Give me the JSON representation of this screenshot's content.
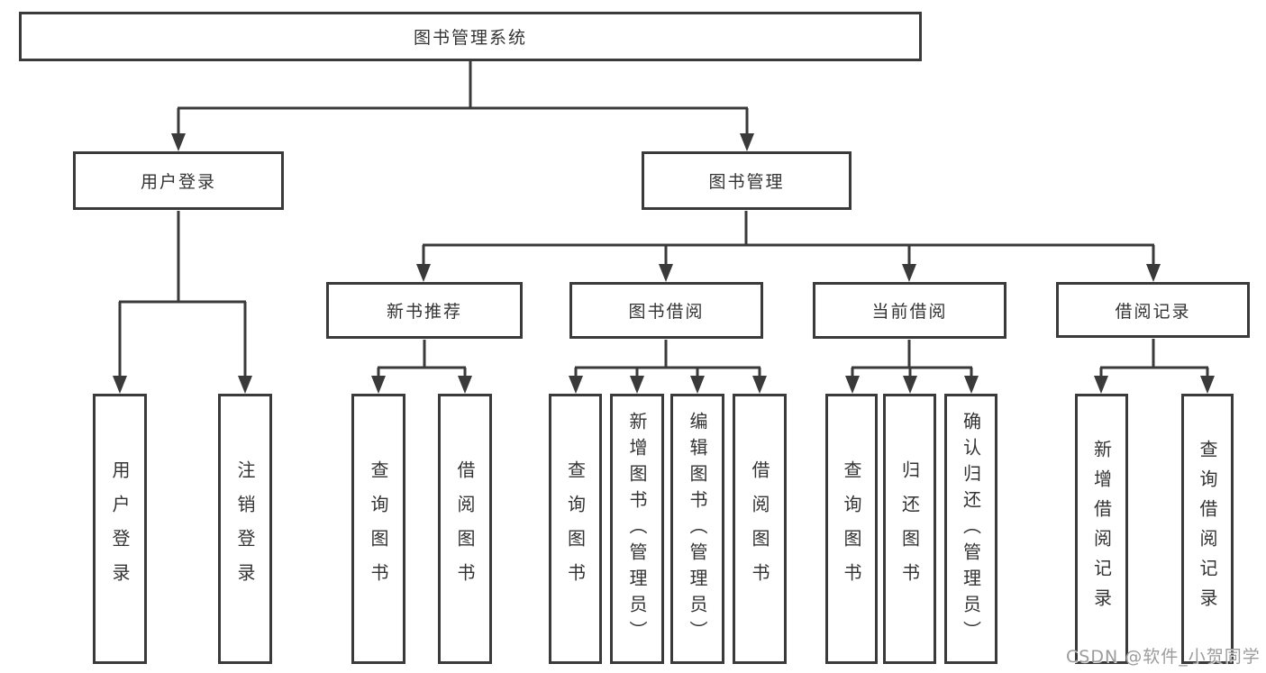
{
  "colors": {
    "line": "#3a3a3a",
    "text": "#333333",
    "watermark": "#9c9c9c",
    "background": "#ffffff"
  },
  "nodes": {
    "root": {
      "label": "图书管理系统"
    },
    "user_login": {
      "label": "用户登录"
    },
    "book_mgmt": {
      "label": "图书管理"
    },
    "new_book": {
      "label": "新书推荐"
    },
    "book_borrow": {
      "label": "图书借阅"
    },
    "current_borrow": {
      "label": "当前借阅"
    },
    "borrow_record": {
      "label": "借阅记录"
    },
    "leaf_user_login": {
      "label": "用户登录"
    },
    "leaf_logout": {
      "label": "注销登录"
    },
    "leaf_nb_query": {
      "label": "查询图书"
    },
    "leaf_nb_borrow": {
      "label": "借阅图书"
    },
    "leaf_bb_query": {
      "label": "查询图书"
    },
    "leaf_bb_add": {
      "label": "新增图书（管理员）"
    },
    "leaf_bb_edit": {
      "label": "编辑图书（管理员）"
    },
    "leaf_bb_borrow": {
      "label": "借阅图书"
    },
    "leaf_cb_query": {
      "label": "查询图书"
    },
    "leaf_cb_return": {
      "label": "归还图书"
    },
    "leaf_cb_confirm": {
      "label": "确认归还（管理员）"
    },
    "leaf_br_add": {
      "label": "新增借阅记录"
    },
    "leaf_br_query": {
      "label": "查询借阅记录"
    }
  },
  "watermark": {
    "text": "CSDN @软件_小贺同学"
  }
}
